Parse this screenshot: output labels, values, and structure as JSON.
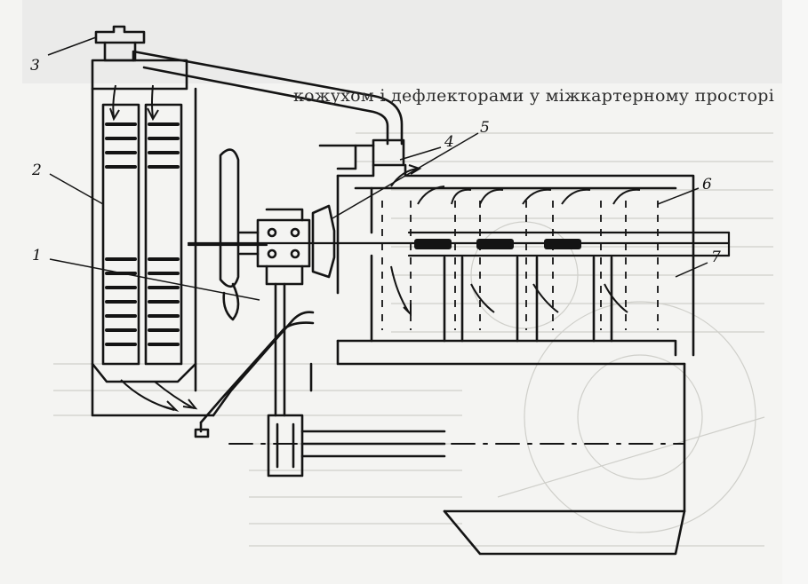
{
  "caption_line": "кожухом і дефлекторами у міжкартерному просторі",
  "parts": [
    {
      "id": "label-1",
      "text": "1"
    },
    {
      "id": "label-2",
      "text": "2"
    },
    {
      "id": "label-3",
      "text": "3"
    },
    {
      "id": "label-4",
      "text": "4"
    },
    {
      "id": "label-5",
      "text": "5"
    },
    {
      "id": "label-6",
      "text": "6"
    },
    {
      "id": "label-7",
      "text": "7"
    }
  ],
  "colors": {
    "ink": "#141414",
    "paper": "#f4f4f2",
    "ghost": "#bdbdb8",
    "band": "#ebebea"
  }
}
